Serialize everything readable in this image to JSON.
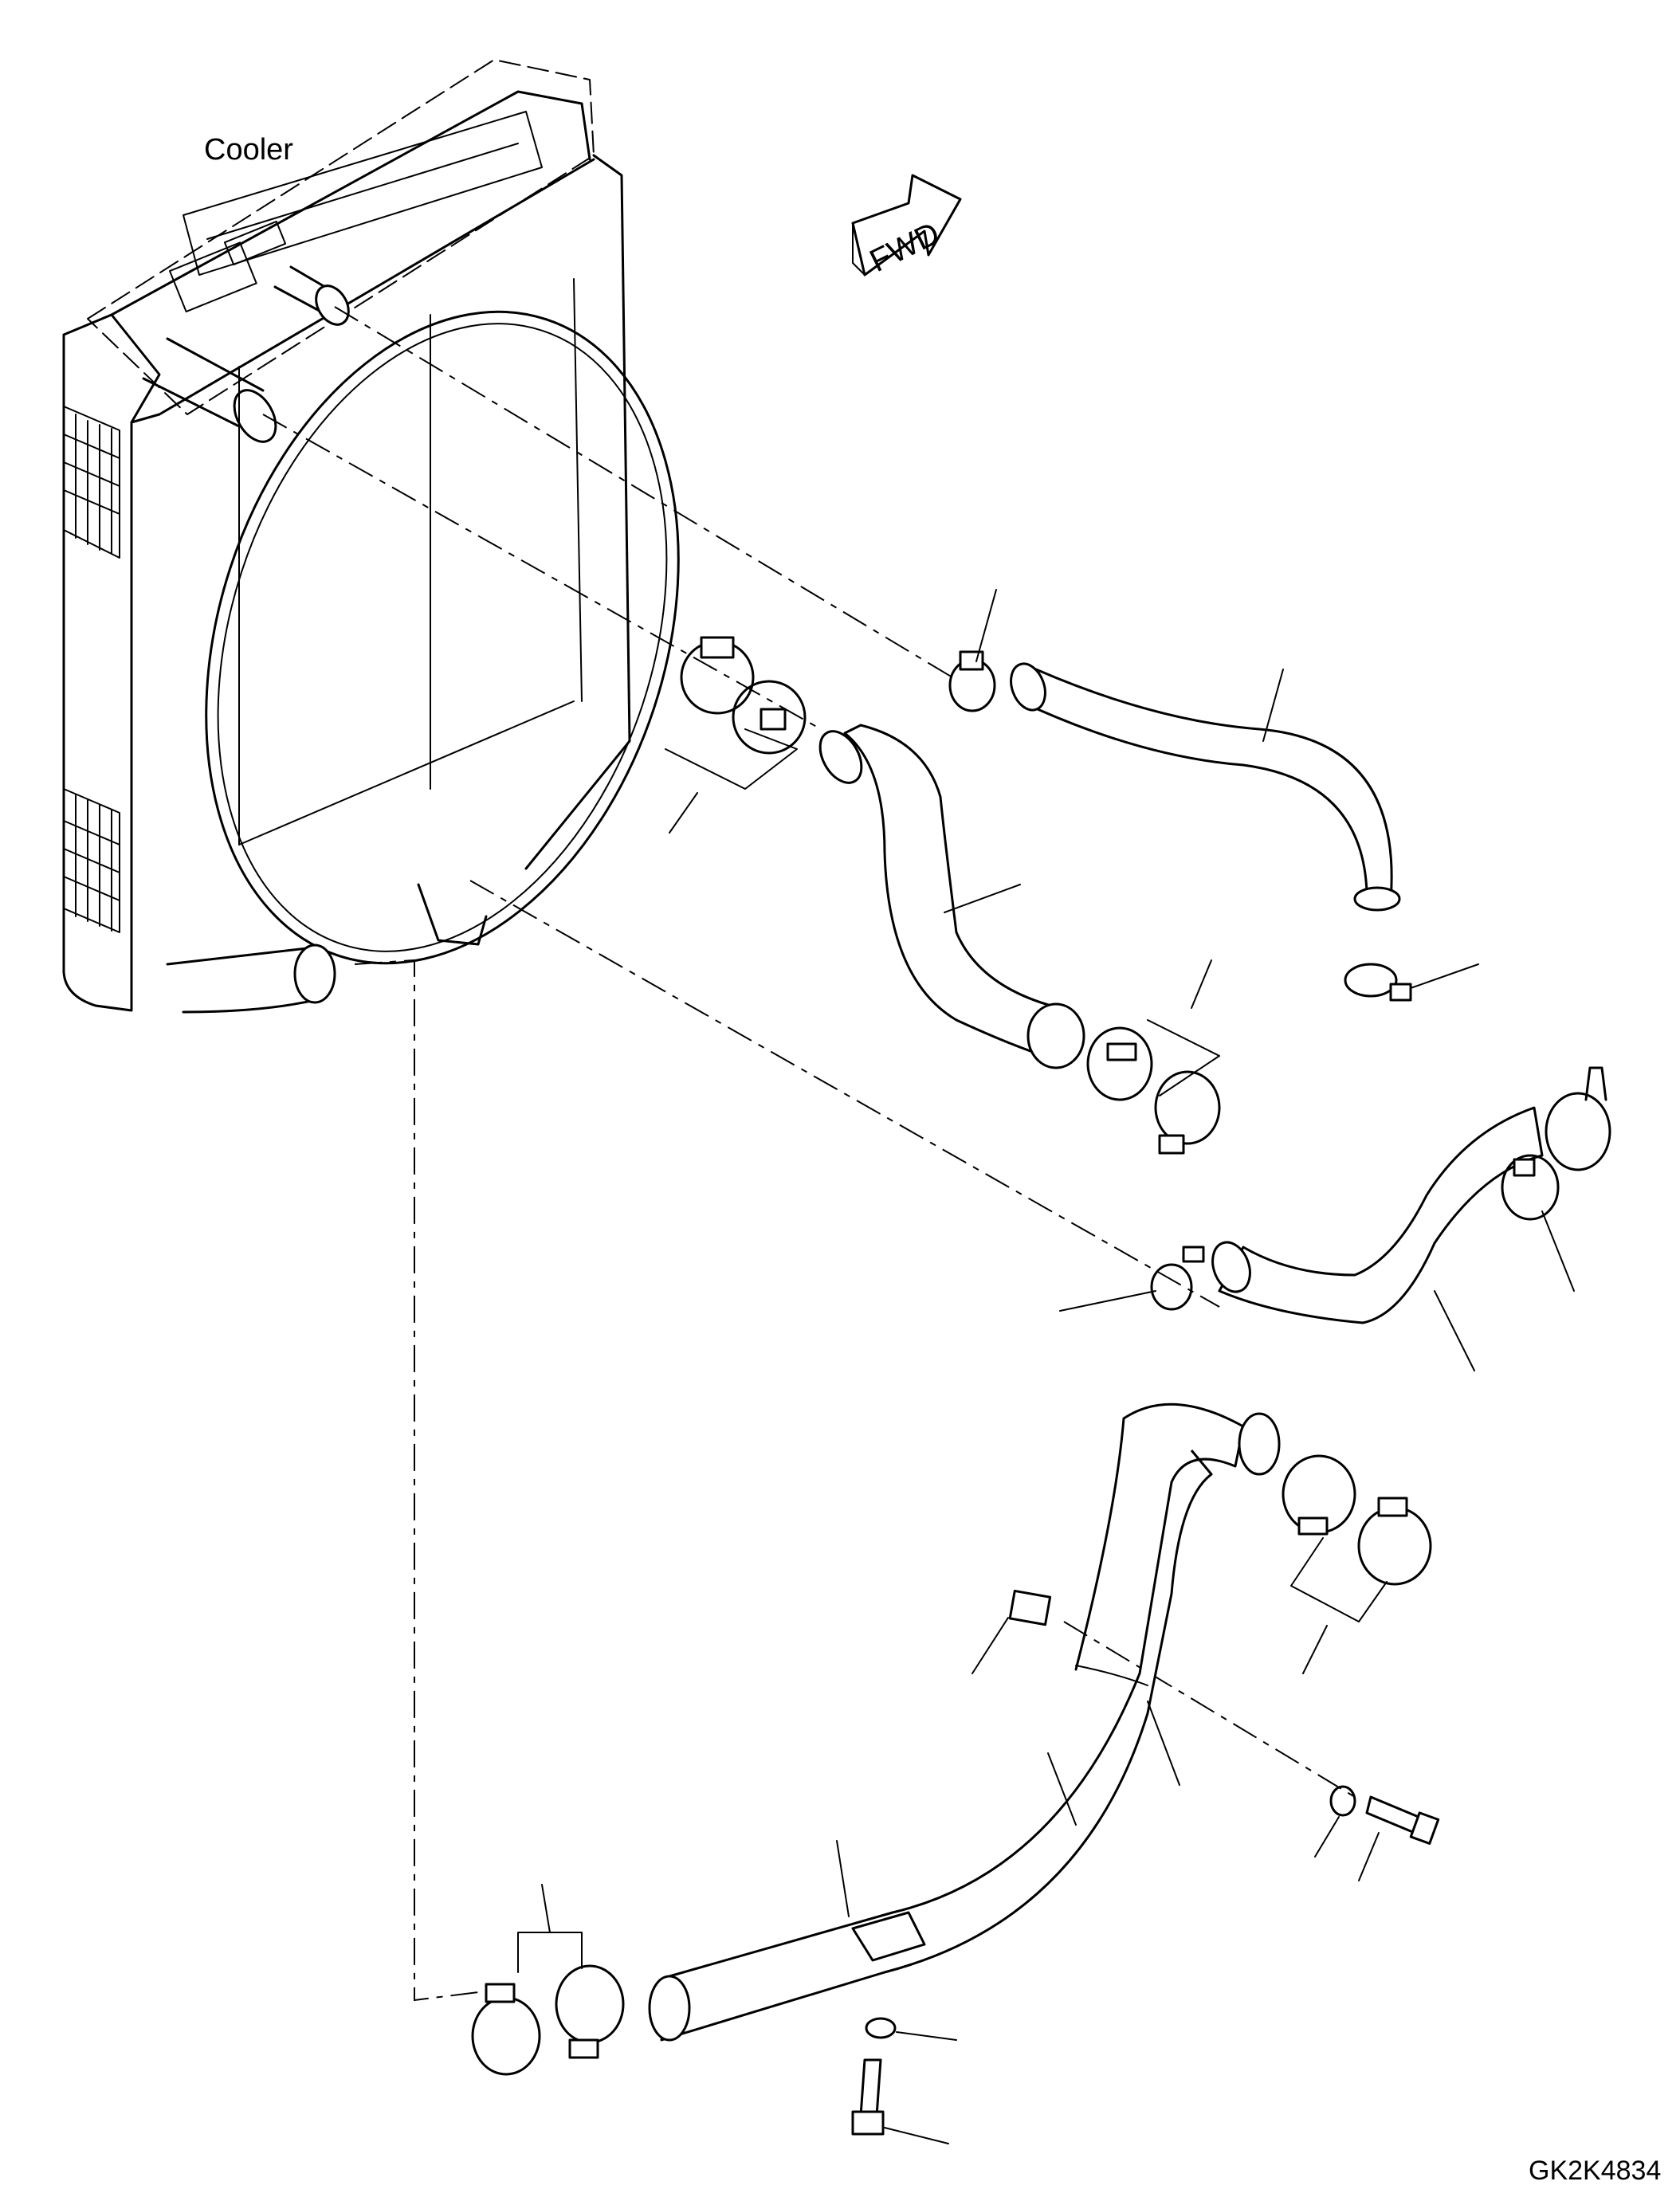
{
  "labels": {
    "cooler": "Cooler",
    "direction": "FWD",
    "figure_code": "GK2K4834"
  },
  "colors": {
    "line": "#000000",
    "background": "#ffffff"
  },
  "icons": {
    "direction_arrow": "forward-arrow-icon"
  }
}
